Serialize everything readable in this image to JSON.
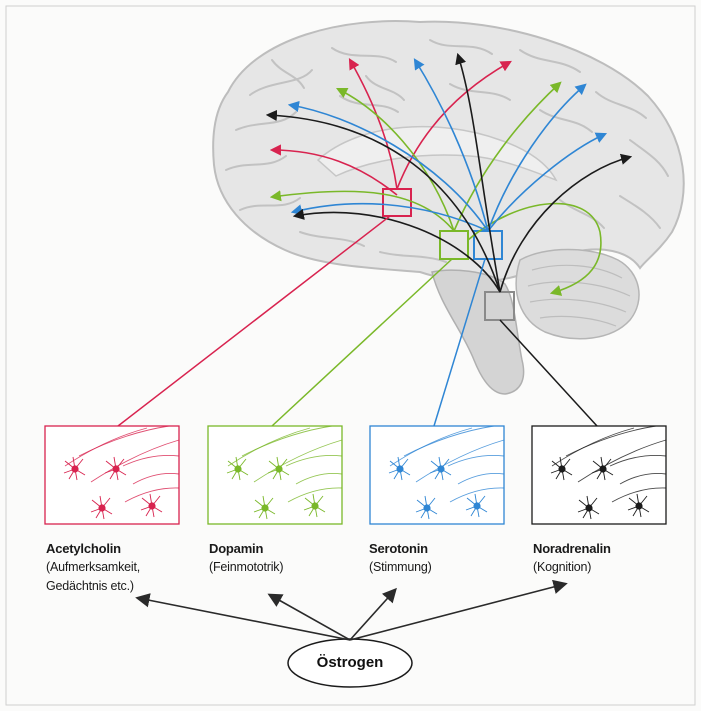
{
  "colors": {
    "acetylcholin": "#d8234f",
    "dopamin": "#7ab829",
    "serotonin": "#2f86d4",
    "noradrenalin": "#1b1b1b",
    "brain_fill": "#e4e4e4",
    "brain_stroke": "#b9b9b9"
  },
  "transmitters": [
    {
      "id": "acetylcholin",
      "name": "Acetylcholin",
      "description": "(Aufmerksamkeit,\nGedächtnis etc.)",
      "color": "#d8234f"
    },
    {
      "id": "dopamin",
      "name": "Dopamin",
      "description": "(Feinmototrik)",
      "color": "#7ab829"
    },
    {
      "id": "serotonin",
      "name": "Serotonin",
      "description": "(Stimmung)",
      "color": "#2f86d4"
    },
    {
      "id": "noradrenalin",
      "name": "Noradrenalin",
      "description": "(Kognition)",
      "color": "#1b1b1b"
    }
  ],
  "hormone": {
    "label": "Östrogen"
  },
  "icons": [
    "brain-illustration",
    "neuron-icon"
  ]
}
